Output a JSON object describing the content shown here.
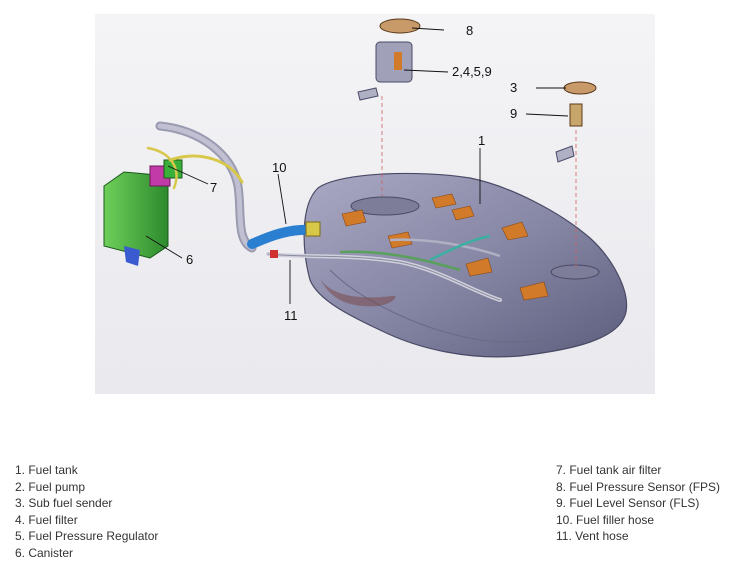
{
  "callouts": {
    "c1": "1",
    "c3": "3",
    "c6": "6",
    "c7": "7",
    "c8": "8",
    "c9": "9",
    "c10": "10",
    "c11": "11",
    "c2459": "2,4,5,9"
  },
  "legend_left": [
    "1. Fuel tank",
    "2. Fuel pump",
    "3. Sub fuel sender",
    "4. Fuel filter",
    "5. Fuel Pressure Regulator",
    "6. Canister"
  ],
  "legend_right": [
    "7. Fuel tank air filter",
    "8. Fuel Pressure Sensor (FPS)",
    "9. Fuel Level Sensor (FLS)",
    "10. Fuel filler hose",
    "11. Vent hose"
  ],
  "colors": {
    "tank": "#8a8aa8",
    "canister": "#3aa33a",
    "filler_hose": "#2a7fd0",
    "pad": "#d07a2a"
  }
}
